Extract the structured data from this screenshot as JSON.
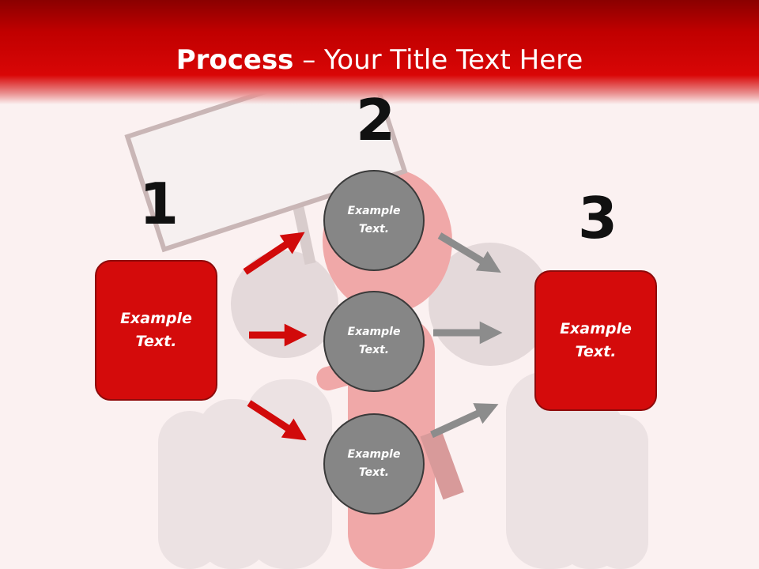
{
  "slide": {
    "title_bold": "Process",
    "title_rest": " – Your Title Text Here"
  },
  "steps": {
    "one": "1",
    "two": "2",
    "three": "3"
  },
  "left_box": {
    "text": "Example\nText."
  },
  "right_box": {
    "text": "Example\nText."
  },
  "circles": [
    {
      "text": "Example\nText."
    },
    {
      "text": "Example\nText."
    },
    {
      "text": "Example\nText."
    }
  ],
  "colors": {
    "accent_red": "#d40b0b",
    "circle_gray": "#868686",
    "arrow_red": "#d10a0a",
    "arrow_gray": "#8c8c8c"
  }
}
